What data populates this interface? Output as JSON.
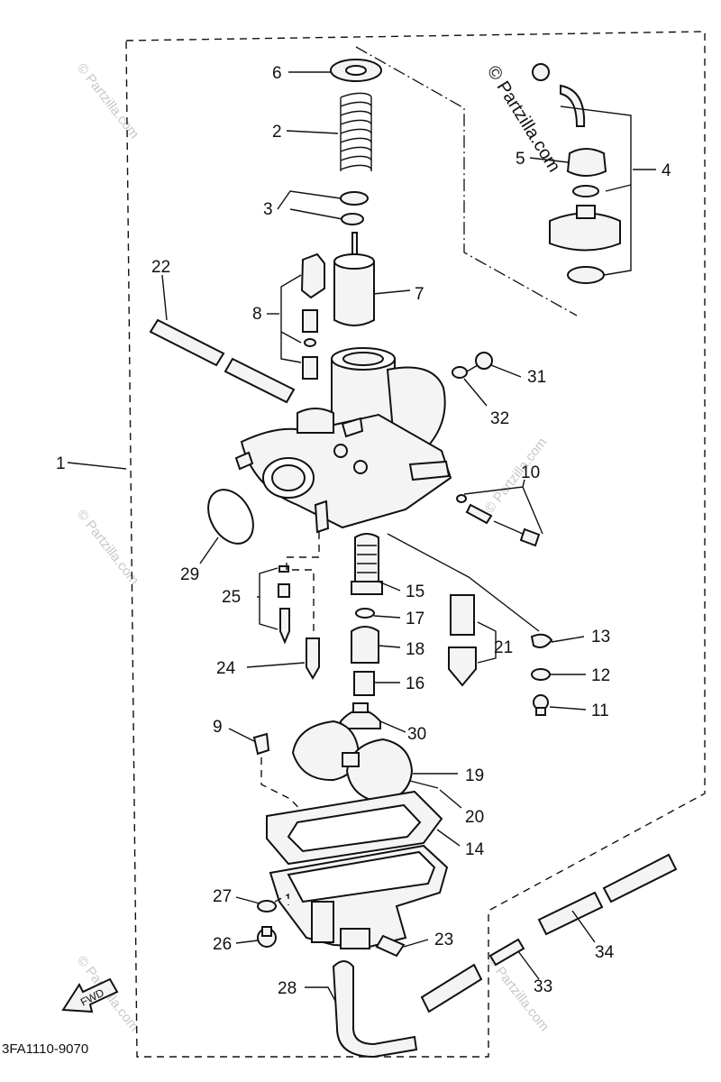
{
  "labels": {
    "l1": "1",
    "l2": "2",
    "l3": "3",
    "l4": "4",
    "l5": "5",
    "l6": "6",
    "l7": "7",
    "l8": "8",
    "l9": "9",
    "l10": "10",
    "l11": "11",
    "l12": "12",
    "l13": "13",
    "l14": "14",
    "l15": "15",
    "l16": "16",
    "l17": "17",
    "l18": "18",
    "l19": "19",
    "l20": "20",
    "l21": "21",
    "l22": "22",
    "l23": "23",
    "l24": "24",
    "l25": "25",
    "l26": "26",
    "l27": "27",
    "l28": "28",
    "l29": "29",
    "l30": "30",
    "l31": "31",
    "l32": "32",
    "l33": "33",
    "l34": "34"
  },
  "diagram_code": "3FA1110-9070",
  "fwd_label": "FWD",
  "watermark": "© Partzilla.com"
}
